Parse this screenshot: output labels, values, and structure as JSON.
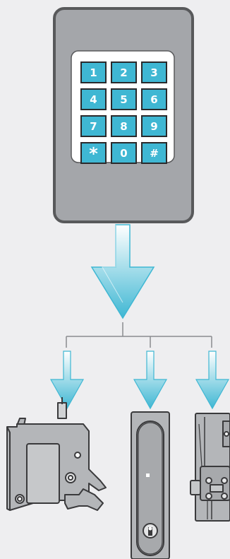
{
  "colors": {
    "background": "#eeeef0",
    "panel_fill": "#a4a6aa",
    "panel_stroke": "#58595b",
    "pad_fill": "#ffffff",
    "key_fill": "#3fb7d3",
    "key_stroke": "#2a2a2c",
    "arrow_top": "#ffffff",
    "arrow_bottom": "#3fb7d3",
    "connector_line": "#8a8c8f",
    "lock_fill": "#b4b6b9",
    "lock_stroke": "#3a3a3c"
  },
  "keypad": {
    "keys": [
      {
        "label": "1"
      },
      {
        "label": "2"
      },
      {
        "label": "3"
      },
      {
        "label": "4"
      },
      {
        "label": "5"
      },
      {
        "label": "6"
      },
      {
        "label": "7"
      },
      {
        "label": "8"
      },
      {
        "label": "9"
      },
      {
        "label": "*"
      },
      {
        "label": "0"
      },
      {
        "label": "#"
      }
    ]
  },
  "icons": {
    "main_arrow": "down-arrow-icon",
    "branch_arrows": [
      "down-arrow-icon",
      "down-arrow-icon",
      "down-arrow-icon"
    ],
    "devices": [
      "cabinet-latch-lock-icon",
      "swinghandle-lock-icon",
      "cam-lock-icon"
    ]
  }
}
